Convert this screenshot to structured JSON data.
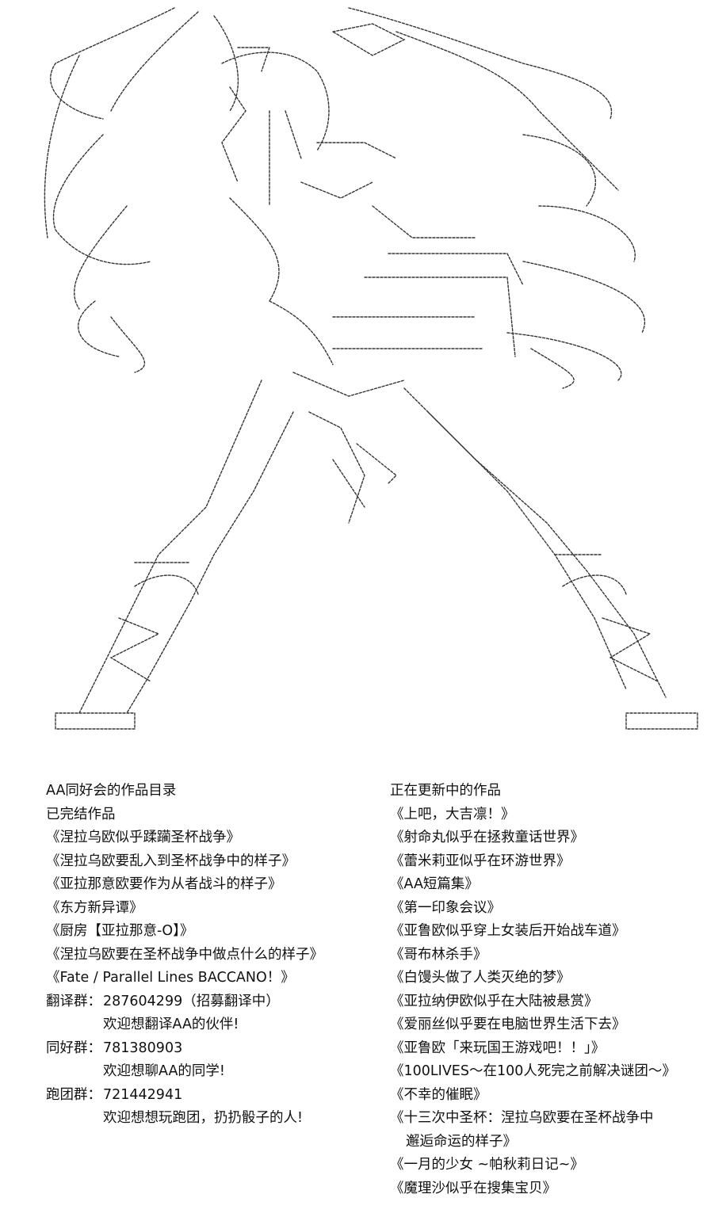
{
  "left": {
    "heading": "AA同好会的作品目录",
    "completed_heading": "已完结作品",
    "completed": [
      "《涅拉乌欧似乎蹂躏圣杯战争》",
      "《涅拉乌欧要乱入到圣杯战争中的样子》",
      "《亚拉那意欧要作为从者战斗的样子》",
      "《东方新异谭》",
      "《厨房【亚拉那意-O】》",
      "《涅拉乌欧要在圣杯战争中做点什么的样子》",
      "《Fate / Parallel Lines BACCANO！》"
    ],
    "groups": [
      {
        "label": "翻译群：",
        "number": "287604299（招募翻译中）",
        "note": "欢迎想翻译AA的伙伴!"
      },
      {
        "label": "同好群：",
        "number": "781380903",
        "note": "欢迎想聊AA的同学!"
      },
      {
        "label": "跑团群：",
        "number": "721442941",
        "note": "欢迎想想玩跑团，扔扔骰子的人!"
      }
    ]
  },
  "right": {
    "heading": "正在更新中的作品",
    "ongoing": [
      "《上吧，大吉凛！》",
      "《射命丸似乎在拯救童话世界》",
      "《蕾米莉亚似乎在环游世界》",
      "《AA短篇集》",
      "《第一印象会议》",
      "《亚鲁欧似乎穿上女装后开始战车道》",
      "《哥布林杀手》",
      "《白馒头做了人类灭绝的梦》",
      "《亚拉纳伊欧似乎在大陆被悬赏》",
      "《爱丽丝似乎要在电脑世界生活下去》",
      "《亚鲁欧「来玩国王游戏吧！！」》",
      "《100LIVES～在100人死完之前解决谜团～》",
      "《不幸的催眠》",
      "《十三次中圣杯：涅拉乌欧要在圣杯战争中"
    ],
    "ongoing_cont": "邂逅命运的样子》",
    "ongoing_tail": [
      "《一月的少女 ~帕秋莉日记~》",
      "《魔理沙似乎在搜集宝贝》"
    ]
  }
}
